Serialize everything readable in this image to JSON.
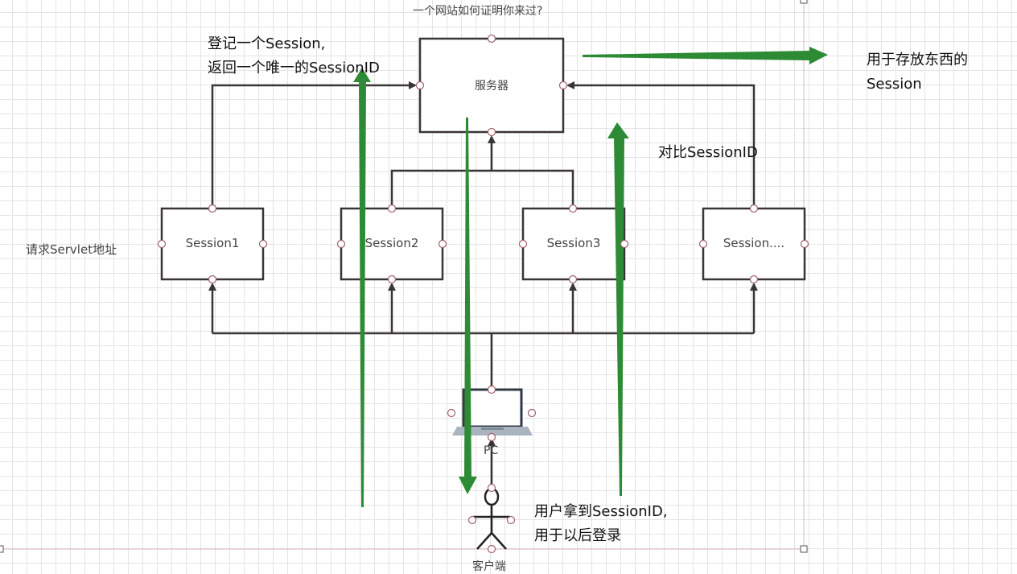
{
  "diagram": {
    "top_title": "一个网站如何证明你来过?",
    "server_label": "服务器",
    "session_labels": [
      "Session1",
      "Session2",
      "Session3",
      "Session...."
    ],
    "left_label": "请求Servlet地址",
    "pc_label": "PC",
    "client_label": "客户端",
    "notes": {
      "register_line1": "登记一个Session,",
      "register_line2": "返回一个唯一的SessionID",
      "store_line1": "用于存放东西的",
      "store_line2": "Session",
      "compare": "对比SessionID",
      "user_line1": "用户拿到SessionID,",
      "user_line2": "用于以后登录"
    },
    "colors": {
      "connector": "#3a3436",
      "green_arrow": "#2e8b35",
      "handle": "#a0606a"
    }
  }
}
